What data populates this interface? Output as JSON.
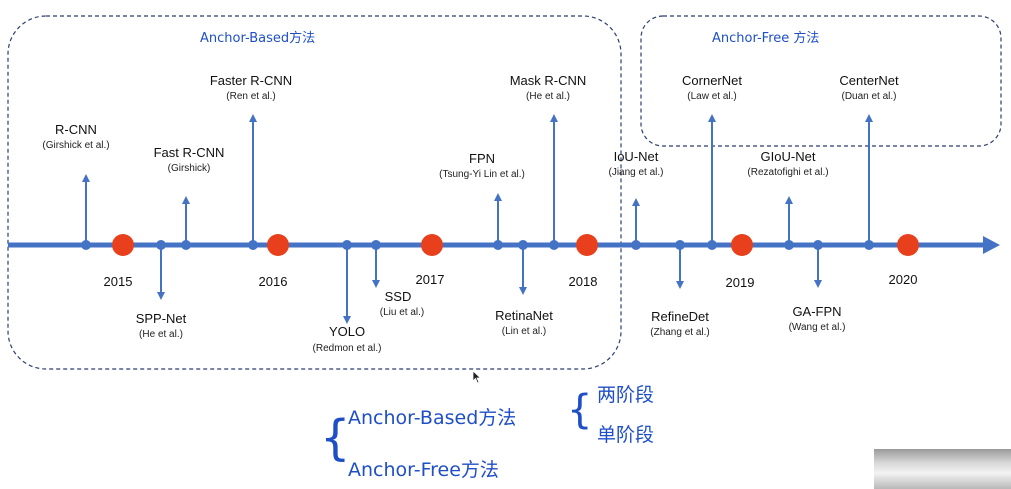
{
  "regions": [
    {
      "id": "anchor-based",
      "title": "Anchor-Based方法"
    },
    {
      "id": "anchor-free",
      "title": "Anchor-Free 方法"
    }
  ],
  "years": [
    "2015",
    "2016",
    "2017",
    "2018",
    "2019",
    "2020"
  ],
  "models_above": [
    {
      "name": "R-CNN",
      "author": "(Girshick et al.)"
    },
    {
      "name": "Fast R-CNN",
      "author": "(Girshick)"
    },
    {
      "name": "Faster R-CNN",
      "author": "(Ren et al.)"
    },
    {
      "name": "FPN",
      "author": "(Tsung-Yi Lin et al.)"
    },
    {
      "name": "Mask R-CNN",
      "author": "(He et al.)"
    },
    {
      "name": "IoU-Net",
      "author": "(Jiang et al.)"
    },
    {
      "name": "CornerNet",
      "author": "(Law et al.)"
    },
    {
      "name": "GIoU-Net",
      "author": "(Rezatofighi et al.)"
    },
    {
      "name": "CenterNet",
      "author": "(Duan et al.)"
    }
  ],
  "models_below": [
    {
      "name": "SPP-Net",
      "author": "(He et al.)"
    },
    {
      "name": "YOLO",
      "author": "(Redmon et al.)"
    },
    {
      "name": "SSD",
      "author": "(Liu et al.)"
    },
    {
      "name": "RetinaNet",
      "author": "(Lin et al.)"
    },
    {
      "name": "RefineDet",
      "author": "(Zhang et al.)"
    },
    {
      "name": "GA-FPN",
      "author": "(Wang et al.)"
    }
  ],
  "legend": {
    "anchor_based": "Anchor-Based方法",
    "two_stage": "两阶段",
    "one_stage": "单阶段",
    "anchor_free": "Anchor-Free方法"
  },
  "colors": {
    "timeline": "#4472c4",
    "year_dot": "#e8401c",
    "accent": "#1f4fc6",
    "region_border": "#2c3e70"
  }
}
